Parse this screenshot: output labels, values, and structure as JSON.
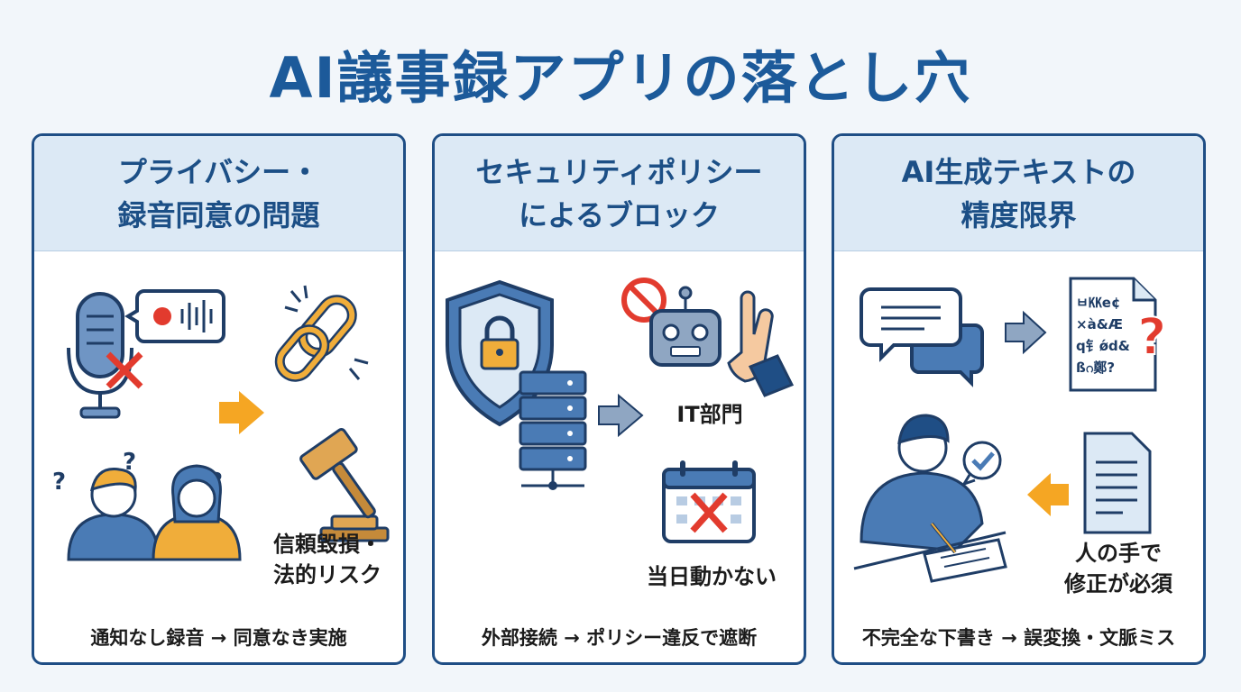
{
  "title": "AI議事録アプリの落とし穴",
  "cards": [
    {
      "heading_line1": "プライバシー・",
      "heading_line2": "録音同意の問題",
      "label_line1": "信頼毀損・",
      "label_line2": "法的リスク",
      "footer": "通知なし録音 → 同意なき実施",
      "icons": [
        "microphone-icon",
        "sound-wave-bubble-icon",
        "x-mark-icon",
        "arrow-right-icon",
        "broken-chain-icon",
        "confused-people-icon",
        "gavel-icon"
      ]
    },
    {
      "heading_line1": "セキュリティポリシー",
      "heading_line2": "によるブロック",
      "label_it": "IT部門",
      "label_day": "当日動かない",
      "footer": "外部接続 → ポリシー違反で遮断",
      "icons": [
        "shield-lock-icon",
        "server-icon",
        "arrow-right-icon",
        "prohibited-icon",
        "robot-icon",
        "stop-hand-icon",
        "calendar-x-icon"
      ]
    },
    {
      "heading_line1": "AI生成テキストの",
      "heading_line2": "精度限界",
      "doc_text": [
        "ㅂ㏍e¢",
        "×à&Æ",
        "q钅ǿd&",
        "ßဂ鄭?"
      ],
      "label_line1": "人の手で",
      "label_line2": "修正が必須",
      "footer": "不完全な下書き → 誤変換・文脈ミス",
      "icons": [
        "chat-bubbles-icon",
        "arrow-right-icon",
        "garbled-document-icon",
        "question-mark-icon",
        "person-writing-icon",
        "check-bubble-icon",
        "arrow-left-icon",
        "document-icon"
      ]
    }
  ],
  "colors": {
    "title": "#1c5a9a",
    "border": "#1f4e85",
    "header_bg": "#dce9f5",
    "accent_orange": "#f5a623",
    "error_red": "#e23b2e",
    "icon_blue": "#4a7bb5"
  }
}
